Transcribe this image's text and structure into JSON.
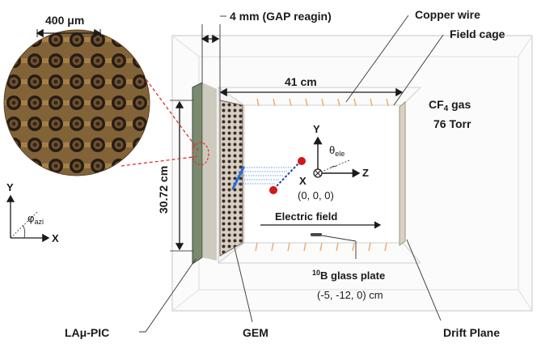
{
  "labels": {
    "micro_scale": "400 μm",
    "gap": "4 mm (GAP reagin)",
    "copper_wire": "Copper wire",
    "field_cage": "Field cage",
    "length": "41 cm",
    "height": "30.72 cm",
    "gas_line1_pre": "CF",
    "gas_line1_sub": "4",
    "gas_line1_post": " gas",
    "gas_line2": "76 Torr",
    "axis_y": "Y",
    "axis_x": "X",
    "axis_z": "Z",
    "theta_main": "θ",
    "theta_sub": "ele",
    "origin": "(0, 0, 0)",
    "electric_field": "Electric field",
    "boron_sup": "10",
    "boron_rest": "B glass plate",
    "boron_pos": "(-5, -12, 0) cm",
    "lapic": "LAμ-PIC",
    "gem": "GEM",
    "drift_plane": "Drift Plane",
    "phi_main": "φ",
    "phi_sub": "azi",
    "side_y": "Y",
    "side_x": "X"
  },
  "colors": {
    "photo_bg": "#8a6a3c",
    "track": "#2b6fd6",
    "electron": "#d01818",
    "copper": "#f0a860",
    "leader_red": "#e03030"
  }
}
